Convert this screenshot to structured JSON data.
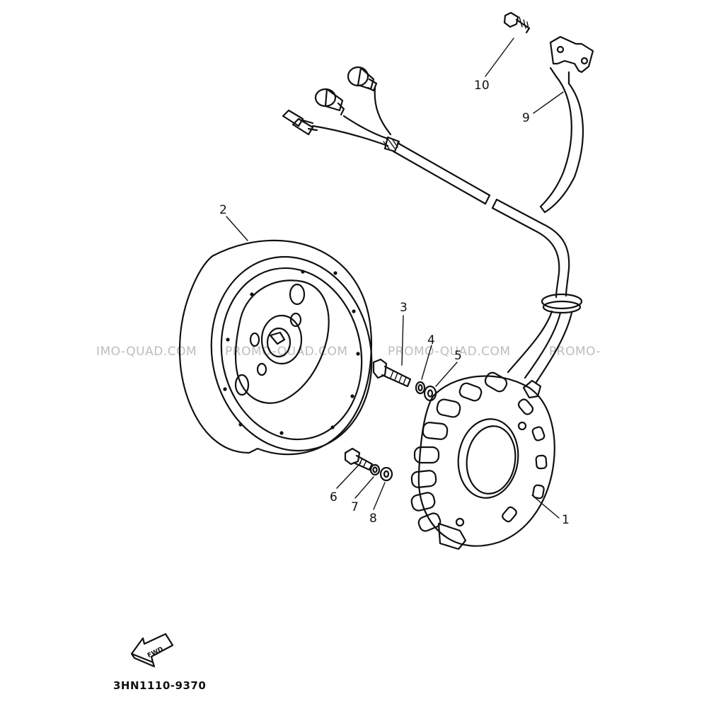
{
  "callouts": {
    "c1": "1",
    "c2": "2",
    "c3": "3",
    "c4": "4",
    "c5": "5",
    "c6": "6",
    "c7": "7",
    "c8": "8",
    "c9": "9",
    "c10": "10"
  },
  "watermarks": [
    "IMO-QUAD.COM",
    "PROMO-QUAD.COM",
    "PROMO-QUAD.COM",
    "PROMO-"
  ],
  "fwd_label": "FWD",
  "diagram_code": "3HN1110-9370",
  "colors": {
    "ink": "#111111",
    "watermark": "#bdbdbd",
    "background": "#ffffff"
  }
}
